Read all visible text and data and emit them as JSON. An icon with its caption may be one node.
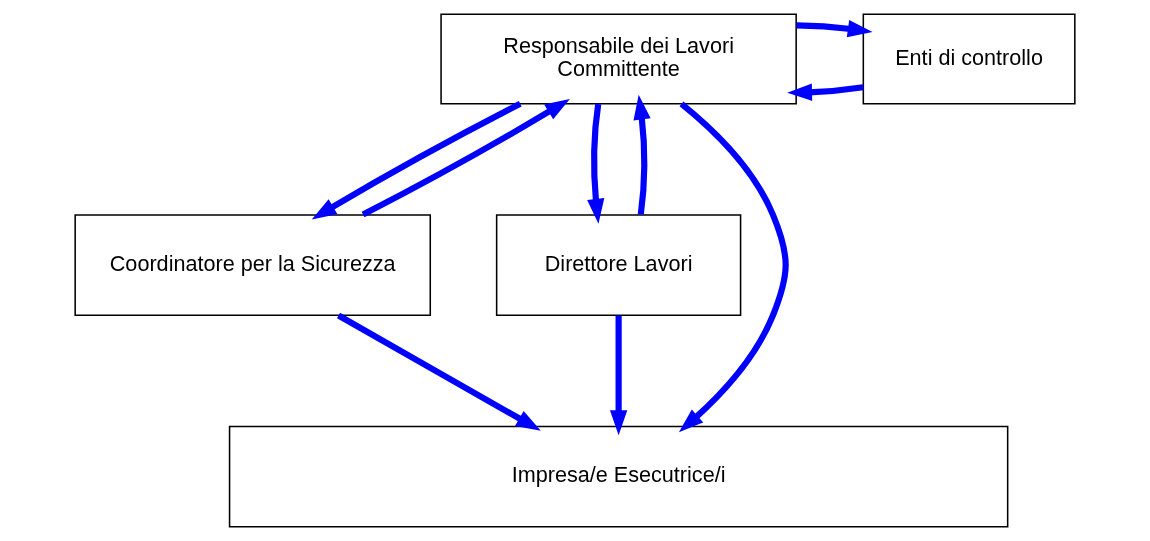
{
  "diagram": {
    "nodes": [
      {
        "text": [
          "Responsabile dei Lavori",
          "Committente"
        ]
      },
      {
        "text": [
          "Enti di controllo"
        ]
      },
      {
        "text": [
          "Coordinatore per la Sicurezza"
        ]
      },
      {
        "text": [
          "Direttore Lavori"
        ]
      },
      {
        "text": [
          "Impresa/e Esecutrice/i"
        ]
      }
    ],
    "edges": [
      {
        "from": 1,
        "to": 0,
        "arrow": "to"
      },
      {
        "from": 0,
        "to": 1,
        "arrow": "to"
      },
      {
        "from": 0,
        "to": 2,
        "arrow": "to"
      },
      {
        "from": 2,
        "to": 0,
        "arrow": "to"
      },
      {
        "from": 0,
        "to": 3,
        "arrow": "to"
      },
      {
        "from": 3,
        "to": 0,
        "arrow": "to"
      },
      {
        "from": 2,
        "to": 4,
        "arrow": "to"
      },
      {
        "from": 3,
        "to": 4,
        "arrow": "to"
      },
      {
        "from": 0,
        "to": 4,
        "arrow": "to"
      }
    ]
  }
}
